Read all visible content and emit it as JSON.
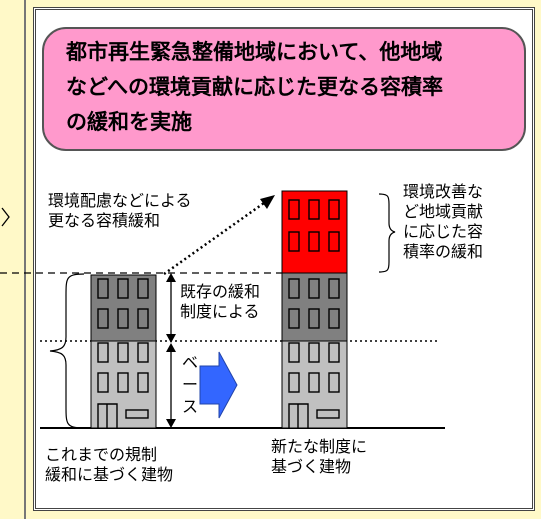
{
  "callout": {
    "line1": "都市再生緊急整備地域において、他地域",
    "line2": "などへの環境貢献に応じた更なる容積率",
    "line3": "の緩和を実施"
  },
  "labels": {
    "env_consideration": [
      "環境配慮などによる",
      "更なる容積緩和"
    ],
    "env_improvement": [
      "環境改善な",
      "ど地域貢献",
      "に応じた容",
      "積率の緩和"
    ],
    "existing_relaxation": [
      "既存の緩和",
      "制度による"
    ],
    "base": [
      "ベ",
      "ー",
      "ス"
    ],
    "old_building": [
      "これまでの規制",
      "緩和に基づく建物"
    ],
    "new_building": [
      "新たな制度に",
      "基づく建物"
    ]
  },
  "colors": {
    "background": "#fff9c8",
    "callout": "#ff99cc",
    "bonus_block": "#ff0000",
    "relaxation_block": "#808080",
    "base_block": "#c0c0c0",
    "arrow": "#3366ff"
  },
  "icons": {
    "left_chevron": "chevron-right-icon"
  }
}
